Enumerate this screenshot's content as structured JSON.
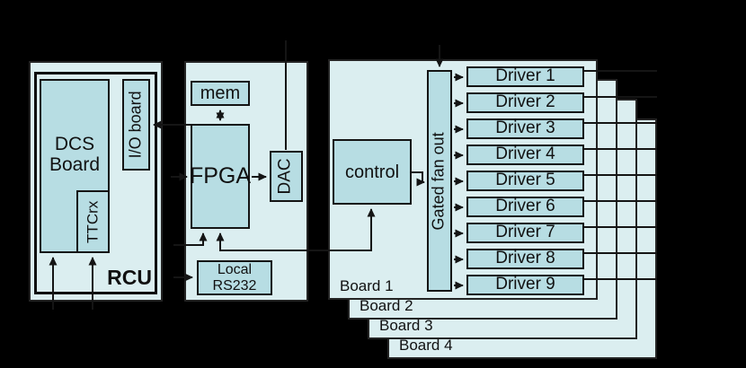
{
  "colors": {
    "background": "#000000",
    "container_fill": "#dbeef0",
    "box_fill": "#b7dde3",
    "line": "#151515",
    "text": "#111111"
  },
  "rcu_module": {
    "dcs_board_line1": "DCS",
    "dcs_board_line2": "Board",
    "ttcrx_label": "TTCrx",
    "io_board_label": "I/O board",
    "module_label": "RCU"
  },
  "fpga_module": {
    "mem_label": "mem",
    "fpga_label": "FPGA",
    "dac_label": "DAC",
    "rs232_line1": "Local",
    "rs232_line2": "RS232"
  },
  "driver_stack": {
    "control_label": "control",
    "fanout_label": "Gated fan out",
    "drivers": [
      "Driver 1",
      "Driver 2",
      "Driver 3",
      "Driver 4",
      "Driver 5",
      "Driver 6",
      "Driver 7",
      "Driver 8",
      "Driver 9"
    ],
    "boards": [
      "Board 1",
      "Board 2",
      "Board 3",
      "Board 4"
    ]
  }
}
